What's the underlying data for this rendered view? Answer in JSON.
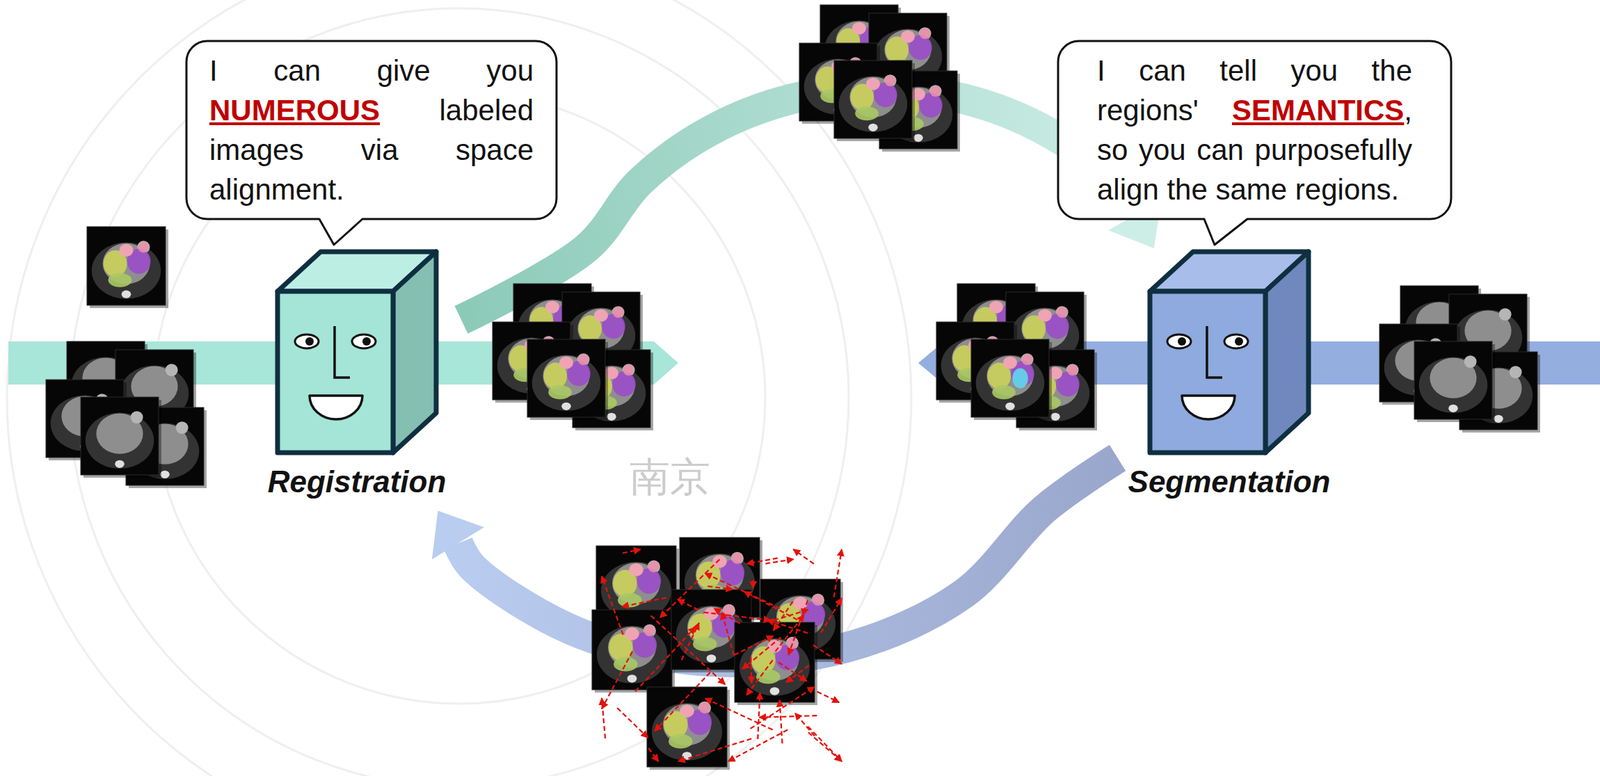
{
  "diagram": {
    "nodes": [
      {
        "text": [
          "I can give you NUMEROUS labeled images via space alignment."
        ]
      },
      {
        "text": [
          "Registration"
        ]
      },
      {
        "text": [
          "I can tell you the regions' SEMANTICS, so you can purposefully align the same regions."
        ]
      },
      {
        "text": [
          "Segmentation"
        ]
      }
    ],
    "edges": [
      {
        "from": 1,
        "to": 3,
        "arrow": "to"
      },
      {
        "from": 3,
        "to": 1,
        "arrow": "to"
      }
    ],
    "labels": [
      "南京"
    ]
  }
}
